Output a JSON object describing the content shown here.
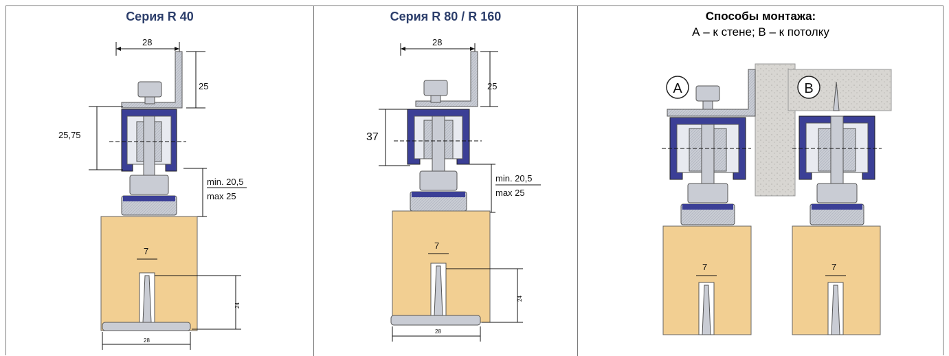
{
  "columns": [
    {
      "title": "Серия R 40"
    },
    {
      "title": "Серия R 80 / R 160"
    },
    {
      "title": "Способы монтажа:",
      "subtitle": "А – к стене; В – к потолку"
    }
  ],
  "r40": {
    "dim_top": "28",
    "dim_bracket": "25",
    "dim_height": "25,75",
    "dim_min": "min. 20,5",
    "dim_max": "max 25",
    "dim_groove": "7",
    "dim_depth": "24",
    "dim_base": "28"
  },
  "r80": {
    "dim_top": "28",
    "dim_bracket": "25",
    "dim_height": "37",
    "dim_min": "min. 20,5",
    "dim_max": "max 25",
    "dim_groove": "7",
    "dim_depth": "24",
    "dim_base": "28"
  },
  "mount": {
    "label_a": "A",
    "label_b": "B",
    "dim_groove_a": "7",
    "dim_groove_b": "7"
  },
  "colors": {
    "title_blue": "#2c3e6b",
    "wood": "#f2cf92",
    "metal": "#c9ccd4",
    "profile_blue": "#3b3f96",
    "concrete": "#d8d6d2"
  }
}
